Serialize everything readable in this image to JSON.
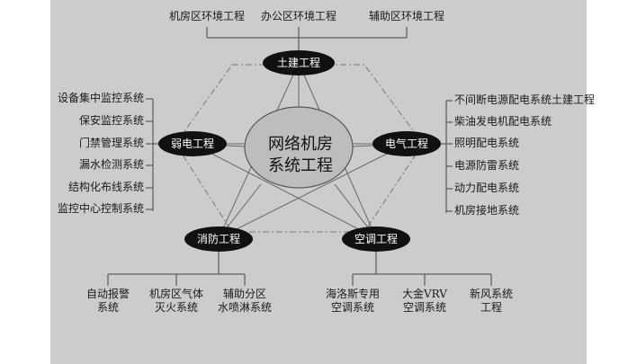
{
  "center": {
    "line1": "网络机房",
    "line2": "系统工程"
  },
  "nodes": {
    "civil": "土建工程",
    "weak": "弱电工程",
    "elec": "电气工程",
    "fire": "消防工程",
    "ac": "空调工程"
  },
  "civil_items": [
    "机房区环境工程",
    "办公区环境工程",
    "辅助区环境工程"
  ],
  "weak_items": [
    "设备集中监控系统",
    "保安监控系统",
    "门禁管理系统",
    "漏水检测系统",
    "结构化布线系统",
    "监控中心控制系统"
  ],
  "elec_items": [
    "不间断电源配电系统土建工程",
    "柴油发电机配电系统",
    "照明配电系统",
    "电源防雷系统",
    "动力配电系统",
    "机房接地系统"
  ],
  "fire_items": [
    {
      "l1": "自动报警",
      "l2": "系统"
    },
    {
      "l1": "机房区气体",
      "l2": "灭火系统"
    },
    {
      "l1": "辅助分区",
      "l2": "水喷淋系统"
    }
  ],
  "ac_items": [
    {
      "l1": "海洛斯专用",
      "l2": "空调系统"
    },
    {
      "l1": "大金VRV",
      "l2": "空调系统"
    },
    {
      "l1": "新风系统",
      "l2": "工程"
    }
  ],
  "colors": {
    "panel": "#cccccc",
    "node": "#111111",
    "center_fill": "#bdbdbd",
    "line": "#555555"
  }
}
